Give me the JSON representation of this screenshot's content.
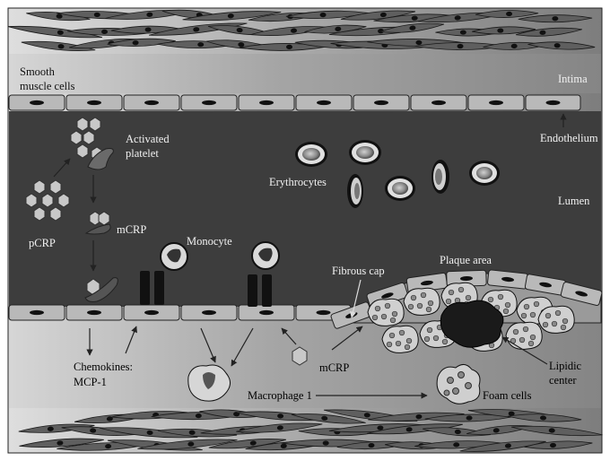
{
  "labels": {
    "smooth_muscle_line1": "Smooth",
    "smooth_muscle_line2": "muscle cells",
    "intima": "Intima",
    "endothelium": "Endothelium",
    "activated_platelet_line1": "Activated",
    "activated_platelet_line2": "platelet",
    "erythrocytes": "Erythrocytes",
    "lumen": "Lumen",
    "pcrp": "pCRP",
    "mcrp_upper": "mCRP",
    "monocyte": "Monocyte",
    "plaque_area": "Plaque area",
    "fibrous_cap": "Fibrous cap",
    "chemokines_line1": "Chemokines:",
    "chemokines_line2": "MCP-1",
    "mcrp_lower": "mCRP",
    "lipidic_line1": "Lipidic",
    "lipidic_line2": "center",
    "macrophage": "Macrophage 1",
    "foam_cells": "Foam cells"
  },
  "colors": {
    "lumen": "#3c3c3c",
    "endothelial_cell": "#b9b9b9",
    "smooth_muscle_cell": "#5f5f5f",
    "nucleus": "#111111",
    "background_light": "#d8d8d8",
    "background_dark": "#8a8a8a"
  }
}
